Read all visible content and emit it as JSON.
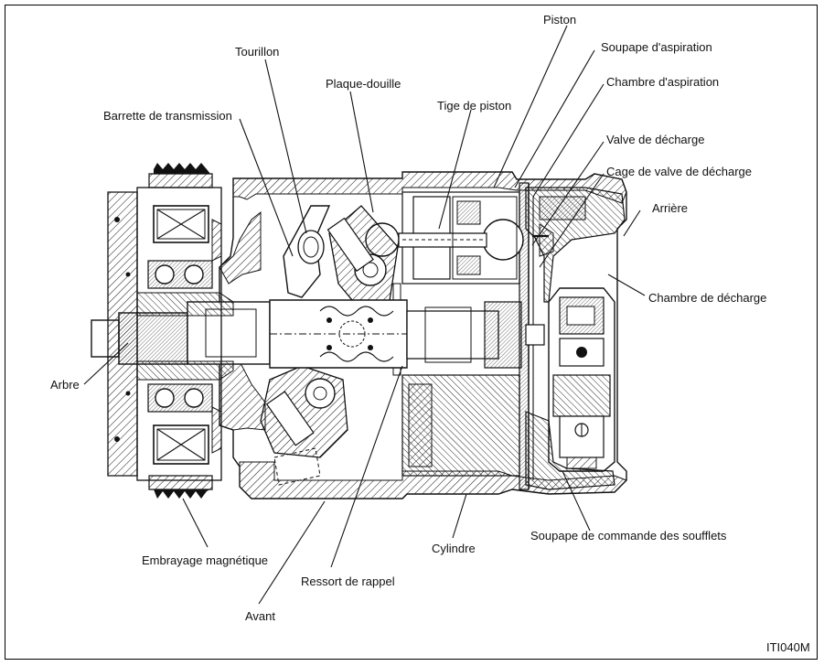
{
  "figure_code": "ITI040M",
  "labels": {
    "piston": "Piston",
    "soupape_aspiration": "Soupape d'aspiration",
    "tourillon": "Tourillon",
    "chambre_aspiration": "Chambre d'aspiration",
    "plaque_douille": "Plaque-douille",
    "tige_piston": "Tige de piston",
    "barrette_transmission": "Barrette de transmission",
    "valve_decharge": "Valve de décharge",
    "cage_valve_decharge": "Cage de valve de décharge",
    "arriere": "Arrière",
    "chambre_decharge": "Chambre de décharge",
    "arbre": "Arbre",
    "soupape_commande": "Soupape de commande des soufflets",
    "cylindre": "Cylindre",
    "embrayage": "Embrayage magnétique",
    "ressort_rappel": "Ressort de rappel",
    "avant": "Avant"
  }
}
